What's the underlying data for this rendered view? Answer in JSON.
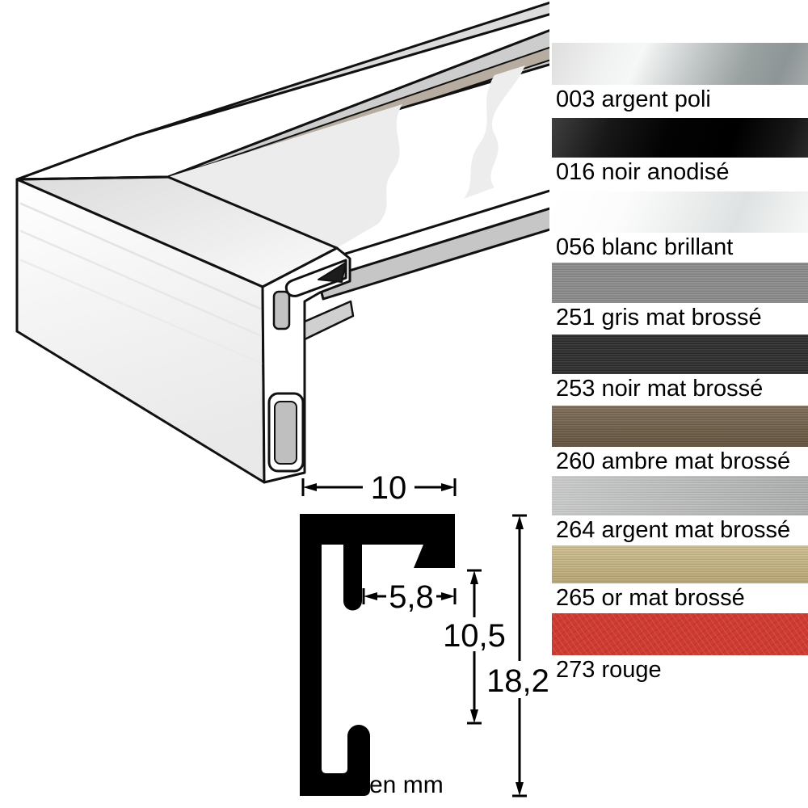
{
  "page": {
    "background": "#ffffff"
  },
  "technical_drawing": {
    "subject": "aluminium-picture-frame-profile-corner",
    "line_color": "#111111",
    "dimensions": {
      "width_mm": "10",
      "slot_mm": "5,8",
      "inner_height_mm": "10,5",
      "total_height_mm": "18,2"
    },
    "unit_label": "en mm"
  },
  "finishes": [
    {
      "code": "003",
      "name": "argent poli",
      "label": "003 argent poli",
      "base_hex": "#b9bec0"
    },
    {
      "code": "016",
      "name": "noir anodisé",
      "label": "016 noir anodisé",
      "base_hex": "#0a0a0a"
    },
    {
      "code": "056",
      "name": "blanc brillant",
      "label": "056 blanc brillant",
      "base_hex": "#f2f4f4"
    },
    {
      "code": "251",
      "name": "gris mat brossé",
      "label": "251 gris mat brossé",
      "base_hex": "#8c8c8c"
    },
    {
      "code": "253",
      "name": "noir mat brossé",
      "label": "253 noir mat brossé",
      "base_hex": "#2d2d2d"
    },
    {
      "code": "260",
      "name": "ambre mat brossé",
      "label": "260 ambre mat brossé",
      "base_hex": "#6d5b43"
    },
    {
      "code": "264",
      "name": "argent mat brossé",
      "label": "264 argent mat brossé",
      "base_hex": "#b8b9b9"
    },
    {
      "code": "265",
      "name": "or mat brossé",
      "label": "265 or mat brossé",
      "base_hex": "#c4b179"
    },
    {
      "code": "273",
      "name": "rouge",
      "label": "273 rouge",
      "base_hex": "#cf3a31"
    }
  ]
}
